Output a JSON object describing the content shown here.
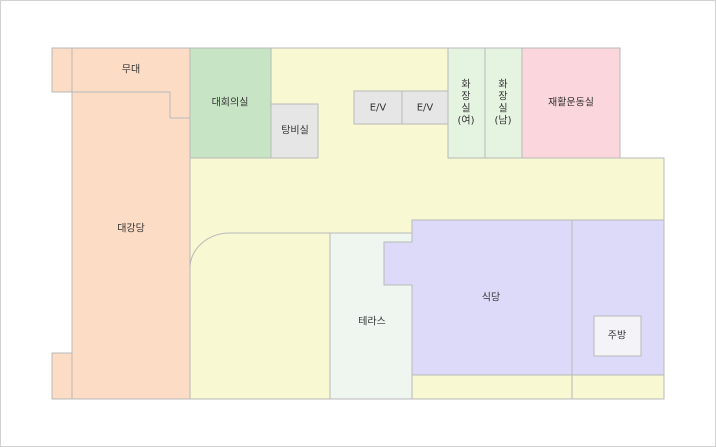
{
  "colors": {
    "corridor": "#f8f8d2",
    "auditorium": "#fddcc5",
    "meeting_room": "#c7e5c4",
    "restroom": "#e5f3e1",
    "rehab_room": "#fbd7dd",
    "utility_room": "#e6e6e6",
    "terrace": "#eef6ef",
    "cafeteria": "#dcdaf8",
    "kitchen": "#f3f3f8",
    "border": "#b9b9b9",
    "text": "#333333"
  },
  "rooms": {
    "stage": "무대",
    "auditorium": "대강당",
    "meeting_room": "대회의실",
    "water_heater_room": "탕비실",
    "elevator_1": "E/V",
    "elevator_2": "E/V",
    "restroom_women": [
      "화",
      "장",
      "실",
      "(여)"
    ],
    "restroom_men": [
      "화",
      "장",
      "실",
      "(남)"
    ],
    "rehab_room": "재활운동실",
    "terrace": "테라스",
    "cafeteria": "식당",
    "kitchen": "주방"
  }
}
